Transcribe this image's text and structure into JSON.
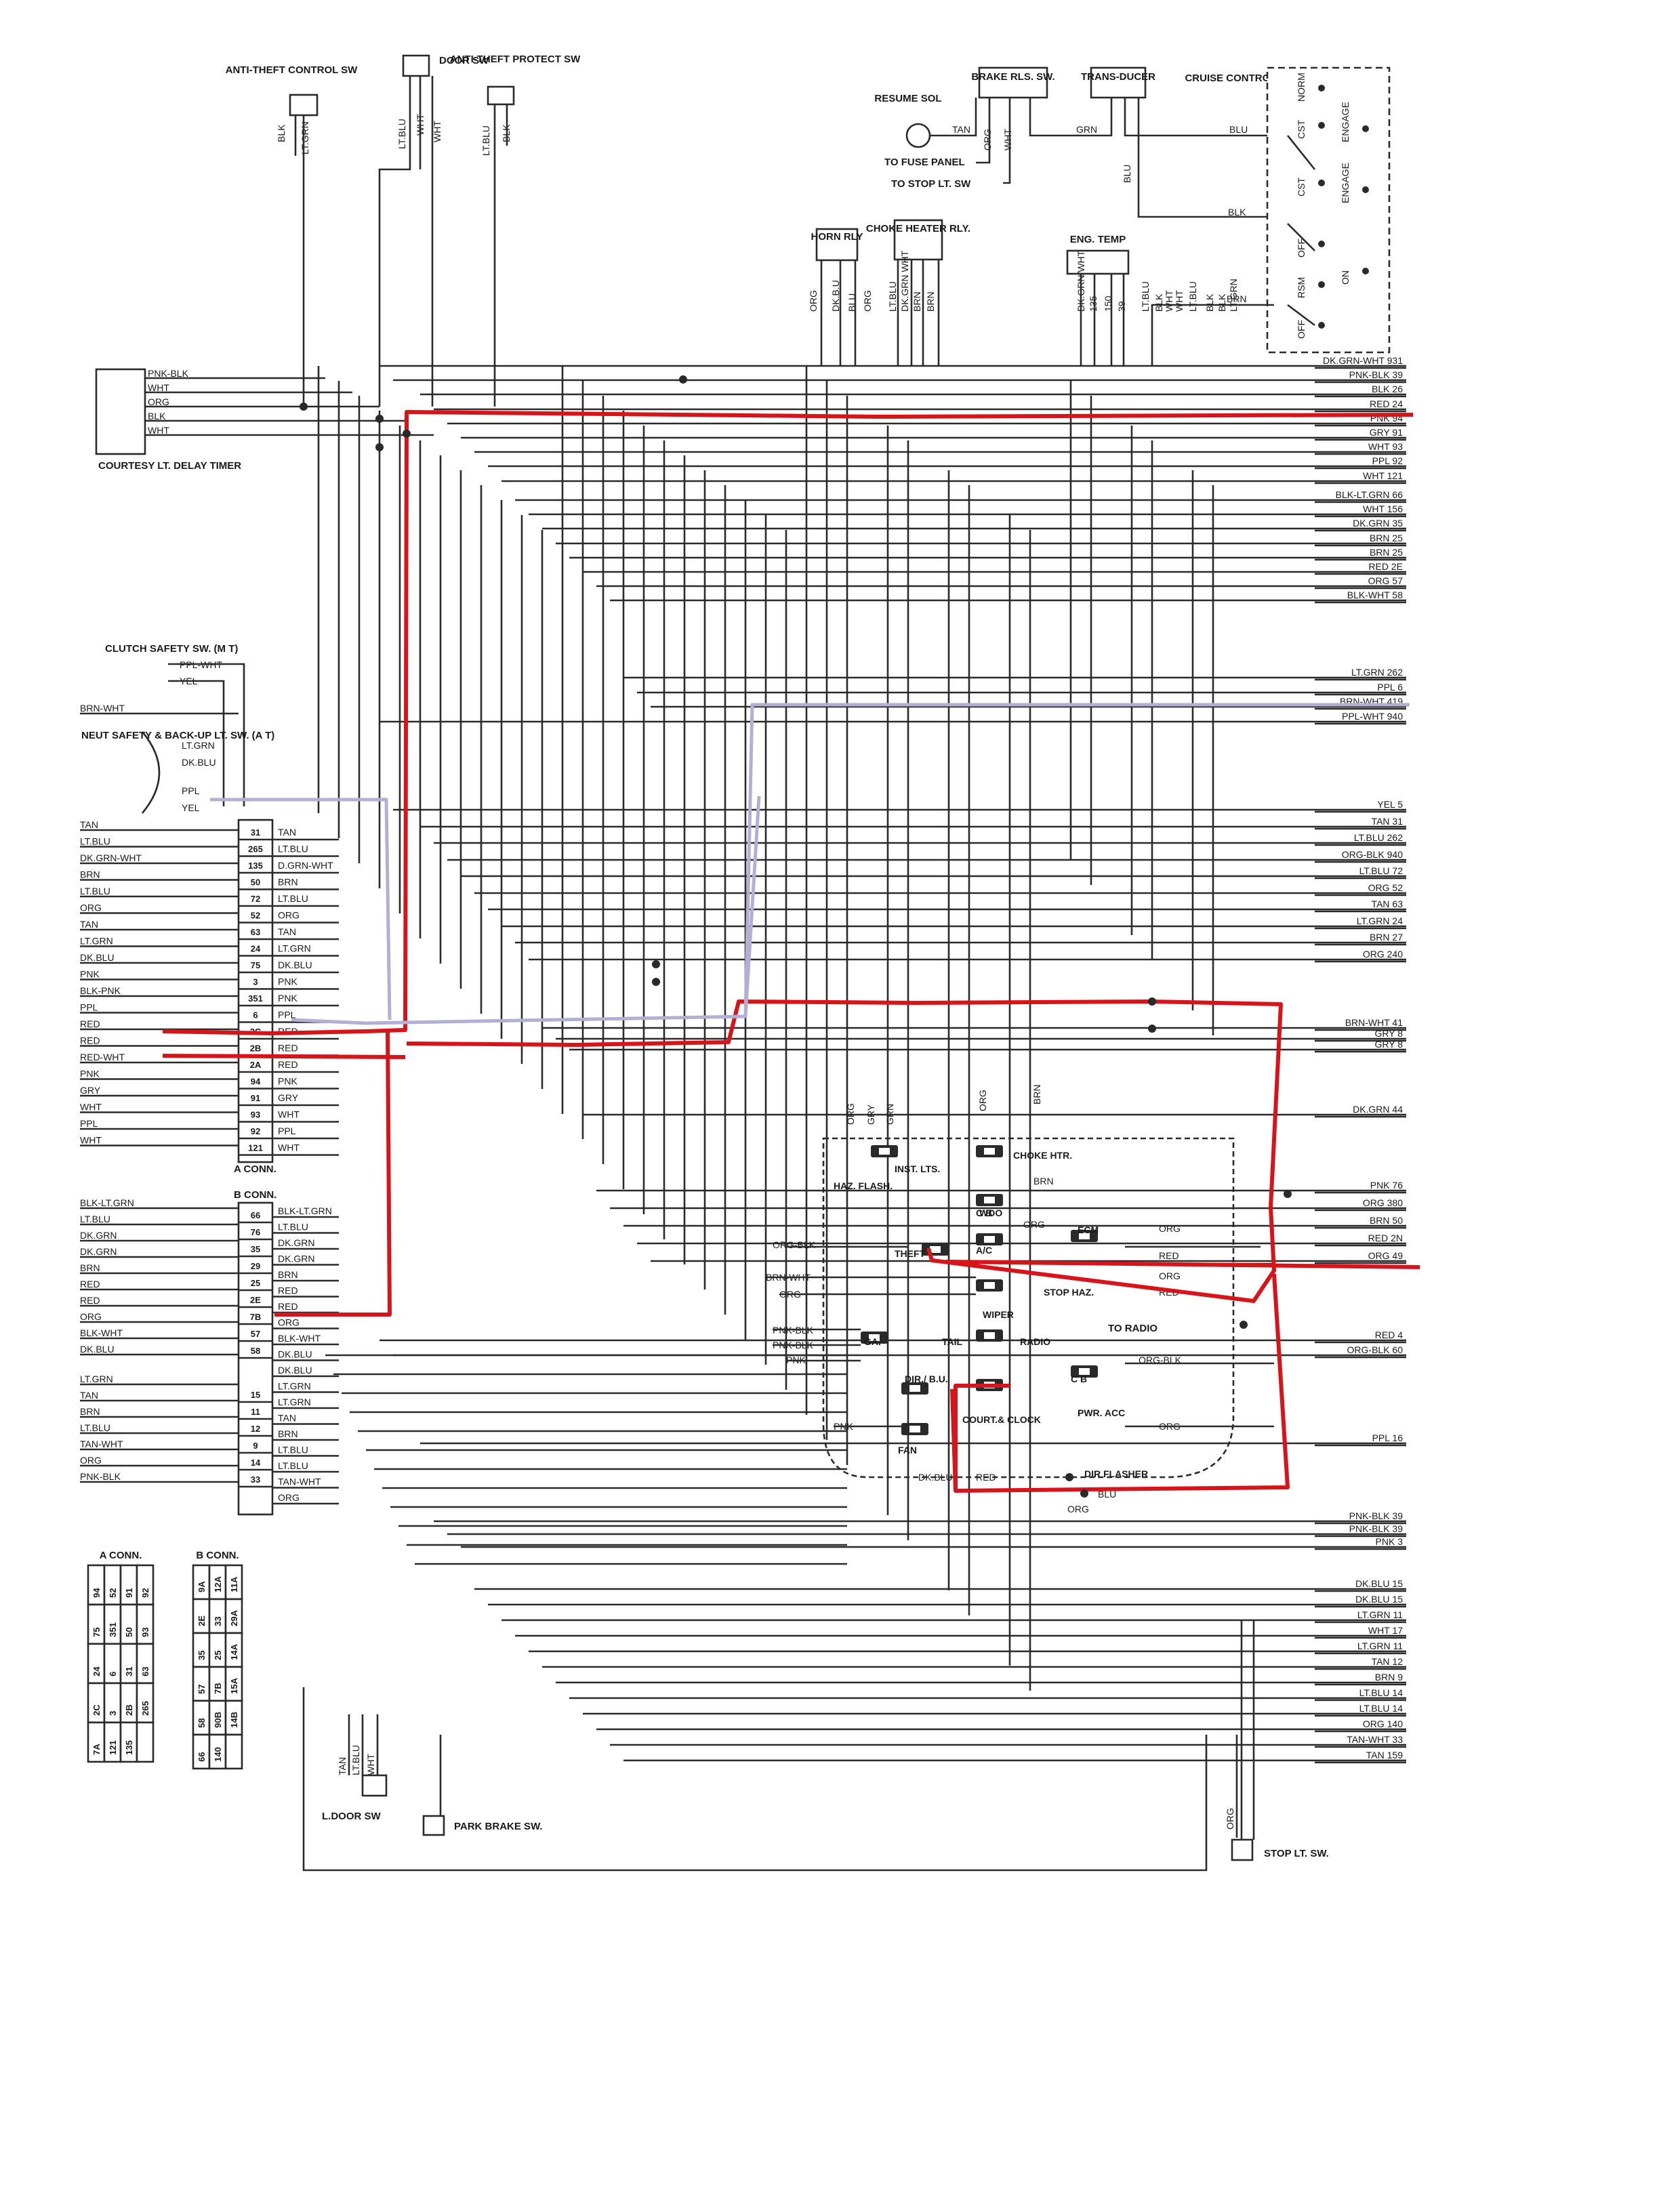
{
  "components": {
    "anti_theft_control_sw": "ANTI-THEFT CONTROL SW",
    "door_sw": "DOOR SW",
    "anti_theft_protect_sw": "ANTI-THEFT PROTECT SW",
    "resume_sol": "RESUME SOL",
    "brake_rls_sw": "BRAKE RLS. SW.",
    "transducer": "TRANS-DUCER",
    "cruise_control_sw": "CRUISE CONTROL SW",
    "horn_rly": "HORN RLY",
    "choke_heater_rly": "CHOKE HEATER RLY.",
    "eng_temp": "ENG. TEMP",
    "courtesy_lt_delay_timer": "COURTESY LT. DELAY TIMER",
    "clutch_safety_sw": "CLUTCH SAFETY SW. (M T)",
    "neut_safety_sw": "NEUT SAFETY & BACK-UP LT. SW. (A T)",
    "a_conn": "A CONN.",
    "b_conn": "B CONN.",
    "l_door_sw": "L.DOOR SW",
    "park_brake_sw": "PARK BRAKE SW.",
    "stop_lt_sw": "STOP LT. SW.",
    "to_fuse_panel": "TO FUSE PANEL",
    "to_stop_lt_sw": "TO STOP LT. SW",
    "to_radio": "TO RADIO"
  },
  "cruise_positions": [
    "NORM",
    "CST",
    "ENGAGE",
    "CST",
    "ENGAGE",
    "OFF",
    "RSM",
    "ON",
    "OFF"
  ],
  "fuses": [
    "HAZ. FLASH.",
    "INST. LTS.",
    "CHOKE HTR.",
    "WDO",
    "C B",
    "A/C",
    "ECM",
    "THEFT",
    "STOP HAZ.",
    "WIPER",
    "RADIO",
    "TAIL",
    "GA.",
    "DIR./ B.U.",
    "C B",
    "PWR. ACC",
    "COURT.& CLOCK",
    "FAN",
    "DIR FLASHER"
  ],
  "top_wires": [
    "TAN",
    "ORG",
    "WHT",
    "GRN",
    "BLU",
    "BLU",
    "BLK",
    "BRN",
    "ORG",
    "DK.B.U",
    "BLU",
    "ORG",
    "LT.BLU",
    "DK.GRN WHT",
    "BRN",
    "BRN",
    "DK.GRN/WHT",
    "135",
    "150",
    "39",
    "LT.BLU",
    "BLK",
    "WHT",
    "WHT",
    "LT.BLU",
    "BLK",
    "BLK",
    "LT.GRN"
  ],
  "timer_wires": [
    "PNK-BLK",
    "WHT",
    "ORG",
    "BLK",
    "WHT"
  ],
  "left_labels": [
    "BRN-WHT",
    "TAN",
    "LT.BLU",
    "DK.GRN-WHT",
    "BRN",
    "LT.BLU",
    "ORG",
    "TAN",
    "LT.GRN",
    "DK.BLU",
    "PNK",
    "BLK-PNK",
    "PPL",
    "RED",
    "RED",
    "RED-WHT",
    "PNK",
    "GRY",
    "WHT",
    "PPL",
    "WHT"
  ],
  "clutch_wires": [
    "PPL-WHT",
    "YEL"
  ],
  "neut_wires": [
    "LT.GRN",
    "DK.BLU",
    "PPL",
    "YEL"
  ],
  "a_pins": [
    "31",
    "265",
    "135",
    "50",
    "72",
    "52",
    "63",
    "24",
    "75",
    "3",
    "351",
    "6",
    "2C",
    "2B",
    "2A",
    "94",
    "91",
    "93",
    "92",
    "121"
  ],
  "a_wires": [
    "TAN",
    "LT.BLU",
    "D.GRN-WHT",
    "BRN",
    "LT.BLU",
    "ORG",
    "TAN",
    "LT.GRN",
    "DK.BLU",
    "PNK",
    "PNK",
    "PPL",
    "RED",
    "RED",
    "RED",
    "PNK",
    "GRY",
    "WHT",
    "PPL",
    "WHT"
  ],
  "b_left_labels": [
    "BLK-LT.GRN",
    "LT.BLU",
    "DK.GRN",
    "DK.GRN",
    "BRN",
    "RED",
    "RED",
    "ORG",
    "BLK-WHT",
    "DK.BLU",
    "LT.GRN",
    "TAN",
    "BRN",
    "LT.BLU",
    "TAN-WHT",
    "ORG",
    "PNK-BLK"
  ],
  "b_pins": [
    "66",
    "76",
    "35",
    "29",
    "25",
    "2E",
    "7B",
    "57",
    "58",
    "15",
    "11",
    "12",
    "9",
    "14",
    "33"
  ],
  "b_wires": [
    "BLK-LT.GRN",
    "LT.BLU",
    "DK.GRN",
    "DK.GRN",
    "BRN",
    "RED",
    "RED",
    "ORG",
    "BLK-WHT",
    "DK.BLU",
    "DK.BLU",
    "LT.GRN",
    "LT.GRN",
    "TAN",
    "BRN",
    "LT.BLU",
    "LT.BLU",
    "TAN-WHT",
    "ORG"
  ],
  "right_labels": [
    "DK.GRN-WHT 931",
    "PNK-BLK 39",
    "BLK 26",
    "RED 24",
    "PNK 94",
    "GRY 91",
    "WHT 93",
    "PPL 92",
    "WHT 121",
    "BLK-LT.GRN 66",
    "WHT 156",
    "DK.GRN 35",
    "BRN 25",
    "BRN 25",
    "RED 2E",
    "ORG 57",
    "BLK-WHT 58",
    "LT.GRN 262",
    "PPL 6",
    "BRN-WHT 419",
    "PPL-WHT 940",
    "YEL 5",
    "TAN 31",
    "LT.BLU 262",
    "ORG-BLK 940",
    "LT.BLU 72",
    "ORG 52",
    "TAN 63",
    "LT.GRN 24",
    "BRN 27",
    "ORG 240",
    "BRN-WHT 41",
    "GRY 8",
    "GRY 8",
    "DK.GRN 44",
    "PNK 76",
    "ORG 380",
    "BRN 50",
    "RED 2N",
    "ORG 49",
    "RED 4",
    "ORG-BLK 60",
    "PPL 16",
    "PNK-BLK 39",
    "PNK-BLK 39",
    "PNK 3",
    "DK.BLU 15",
    "DK.BLU 15",
    "LT.GRN 11",
    "WHT 17",
    "LT.GRN 11",
    "TAN 12",
    "BRN 9",
    "LT.BLU 14",
    "LT.BLU 14",
    "ORG 140",
    "TAN-WHT 33",
    "TAN 159"
  ],
  "inner_labels": [
    "ORG",
    "GRY",
    "GRN",
    "ORG",
    "BRN",
    "BRN",
    "ORG",
    "ORG-BLK",
    "ORG",
    "RED",
    "BRN-WHT",
    "ORG",
    "ORG",
    "RED",
    "PNK-BLK",
    "PNK-BLK",
    "PNK",
    "ORG-BLK",
    "PNK",
    "ORG",
    "DK.BLU",
    "RED",
    "ORG",
    "BLU"
  ],
  "bottom_wires": [
    "TAN",
    "LT.BLU",
    "WHT",
    "ORG"
  ],
  "a_conn_grid": {
    "title": "A CONN.",
    "rows": [
      [
        "94",
        "52",
        "91",
        "92"
      ],
      [
        "75",
        "351",
        "50",
        "93"
      ],
      [
        "24",
        "6",
        "31",
        "63"
      ],
      [
        "2C",
        "3",
        "2B",
        "265"
      ],
      [
        "7A",
        "121",
        "135",
        ""
      ]
    ]
  },
  "b_conn_grid": {
    "title": "B CONN.",
    "rows": [
      [
        "9A",
        "12A",
        "11A"
      ],
      [
        "2E",
        "33",
        "29A"
      ],
      [
        "35",
        "25",
        "14A"
      ],
      [
        "57",
        "7B",
        "15A"
      ],
      [
        "58",
        "90B",
        "14B"
      ],
      [
        "66",
        "140",
        ""
      ]
    ]
  }
}
